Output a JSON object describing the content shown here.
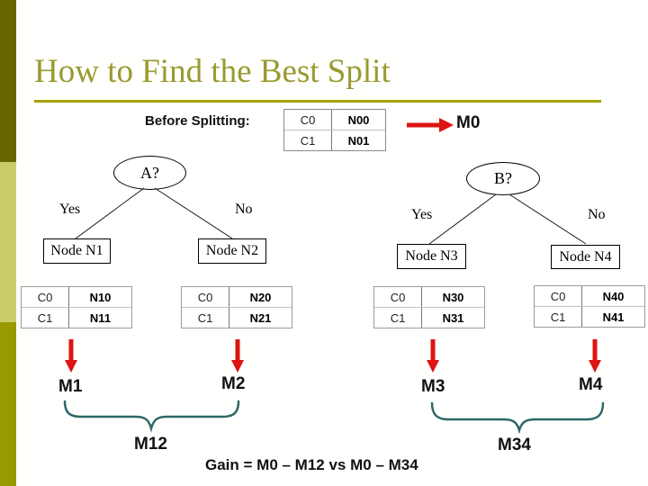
{
  "slide": {
    "title": "How to Find the Best Split",
    "before_splitting_label": "Before Splitting:",
    "gain_formula": "Gain = M0 – M12 vs M0 – M34"
  },
  "before_table": {
    "rows": [
      [
        "C0",
        "N00"
      ],
      [
        "C1",
        "N01"
      ]
    ]
  },
  "tree": {
    "left": {
      "root": "A?",
      "yes": "Yes",
      "no": "No",
      "yes_node": "Node N1",
      "no_node": "Node N2"
    },
    "right": {
      "root": "B?",
      "yes": "Yes",
      "no": "No",
      "yes_node": "Node N3",
      "no_node": "Node N4"
    }
  },
  "node_tables": {
    "n1": {
      "rows": [
        [
          "C0",
          "N10"
        ],
        [
          "C1",
          "N11"
        ]
      ]
    },
    "n2": {
      "rows": [
        [
          "C0",
          "N20"
        ],
        [
          "C1",
          "N21"
        ]
      ]
    },
    "n3": {
      "rows": [
        [
          "C0",
          "N30"
        ],
        [
          "C1",
          "N31"
        ]
      ]
    },
    "n4": {
      "rows": [
        [
          "C0",
          "N40"
        ],
        [
          "C1",
          "N41"
        ]
      ]
    }
  },
  "measures": {
    "m0": "M0",
    "m1": "M1",
    "m2": "M2",
    "m3": "M3",
    "m4": "M4",
    "m12": "M12",
    "m34": "M34"
  },
  "colors": {
    "sidebar_dark": "#666600",
    "sidebar_light": "#c9cc66",
    "sidebar_medium": "#999900",
    "title_olive": "#9a9a30",
    "underline_olive": "#a3a300",
    "arrow_red": "#dd1414",
    "brace_teal": "#2d6868"
  }
}
